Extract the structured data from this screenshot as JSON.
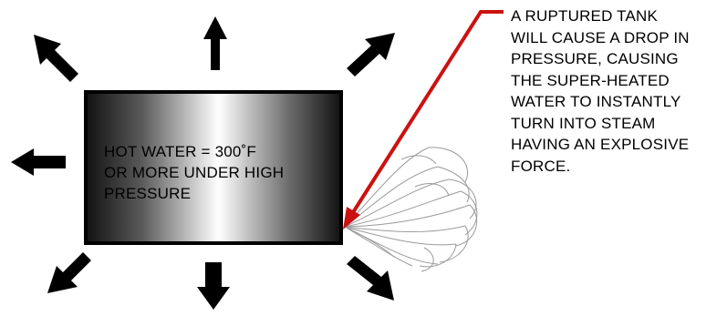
{
  "tank": {
    "label_lines": [
      "HOT WATER = 300˚F",
      "OR MORE UNDER HIGH",
      "PRESSURE"
    ]
  },
  "callout": {
    "lines": [
      "A RUPTURED TANK",
      "WILL CAUSE A DROP IN",
      "PRESSURE, CAUSING",
      "THE SUPER-HEATED",
      "WATER TO INSTANTLY",
      "TURN INTO STEAM",
      "HAVING AN EXPLOSIVE",
      "FORCE."
    ]
  },
  "colors": {
    "arrow": "#000000",
    "pointer": "#cc1111",
    "tank_dark": "#111111",
    "tank_light": "#ffffff",
    "steam": "#9a9a9a"
  },
  "icons": {
    "burst_arrows": "arrow-icon",
    "steam": "steam-burst-icon"
  }
}
